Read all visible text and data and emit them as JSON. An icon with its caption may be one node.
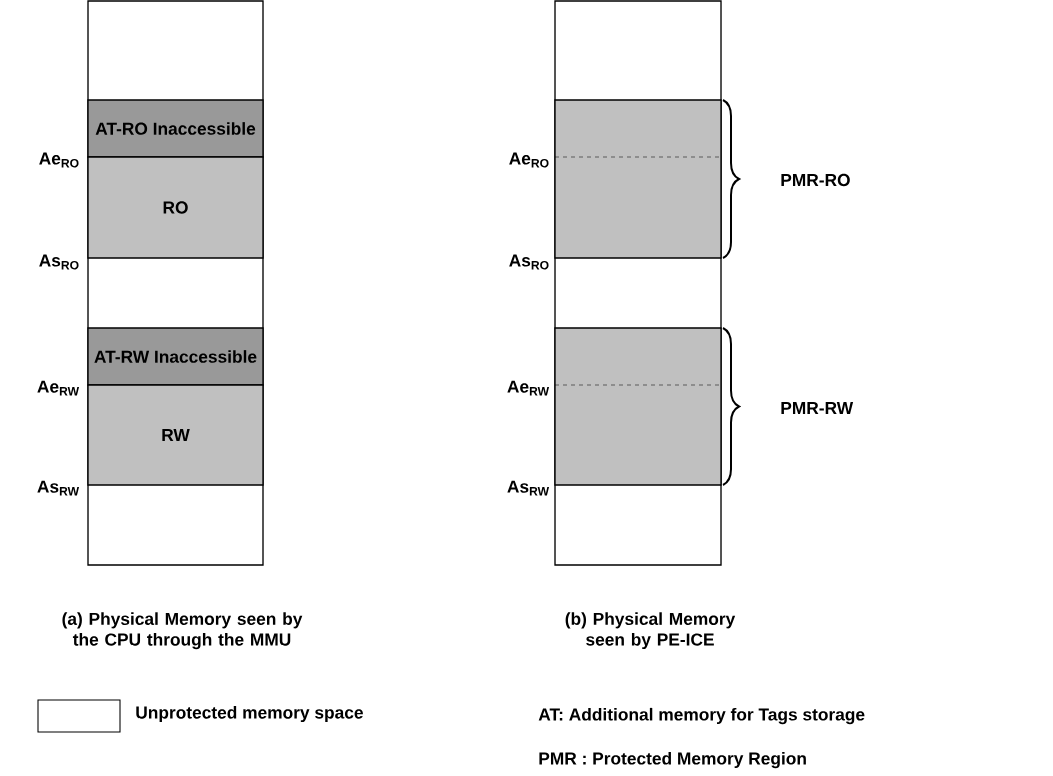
{
  "diagram": {
    "nodes": [
      {
        "text": [],
        "shape": "box"
      },
      {
        "text": [
          "AT-RO Inaccessible"
        ],
        "in": 0
      },
      {
        "text": [
          "RO"
        ],
        "in": 0
      },
      {
        "text": [
          "AT-RW Inaccessible"
        ],
        "in": 0
      },
      {
        "text": [
          "RW"
        ],
        "in": 0
      },
      {
        "text": [],
        "shape": "box"
      },
      {
        "text": [],
        "shape": "box",
        "in": 5
      },
      {
        "text": [],
        "shape": "box",
        "in": 5
      }
    ],
    "labels": [
      "Ae$_{RO}$",
      "As$_{RO}$",
      "Ae$_{RW}$",
      "As$_{RW}$",
      "Ae$_{RO}$",
      "As$_{RO}$",
      "Ae$_{RW}$",
      "As$_{RW}$",
      "PMR-RO",
      "PMR-RW",
      "(a) Physical Memory seen by the CPU through the MMU",
      "(b) Physical Memory seen by PE-ICE",
      "AT: Additional memory for Tags storage",
      "PMR : Protected Memory Region"
    ],
    "legend": [
      {
        "text": "Unprotected memory space"
      }
    ]
  }
}
